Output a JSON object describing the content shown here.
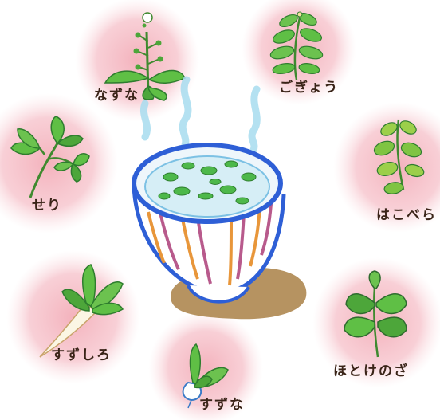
{
  "herbs": [
    {
      "id": "nazuna",
      "label": "なずな"
    },
    {
      "id": "gogyou",
      "label": "ごぎょう"
    },
    {
      "id": "seri",
      "label": "せり"
    },
    {
      "id": "hakobera",
      "label": "はこべら"
    },
    {
      "id": "suzushiro",
      "label": "すずしろ"
    },
    {
      "id": "suzuna",
      "label": "すずな"
    },
    {
      "id": "hotokenoza",
      "label": "ほとけのざ"
    }
  ],
  "colors": {
    "circle": "#f6c4cb",
    "leaf": "#5fbf45",
    "leaf_dark": "#2e7d2e",
    "bowl_blue": "#2e5fd6",
    "steam": "#a8dcef",
    "saucer": "#b08a54",
    "label": "#3a2418"
  }
}
